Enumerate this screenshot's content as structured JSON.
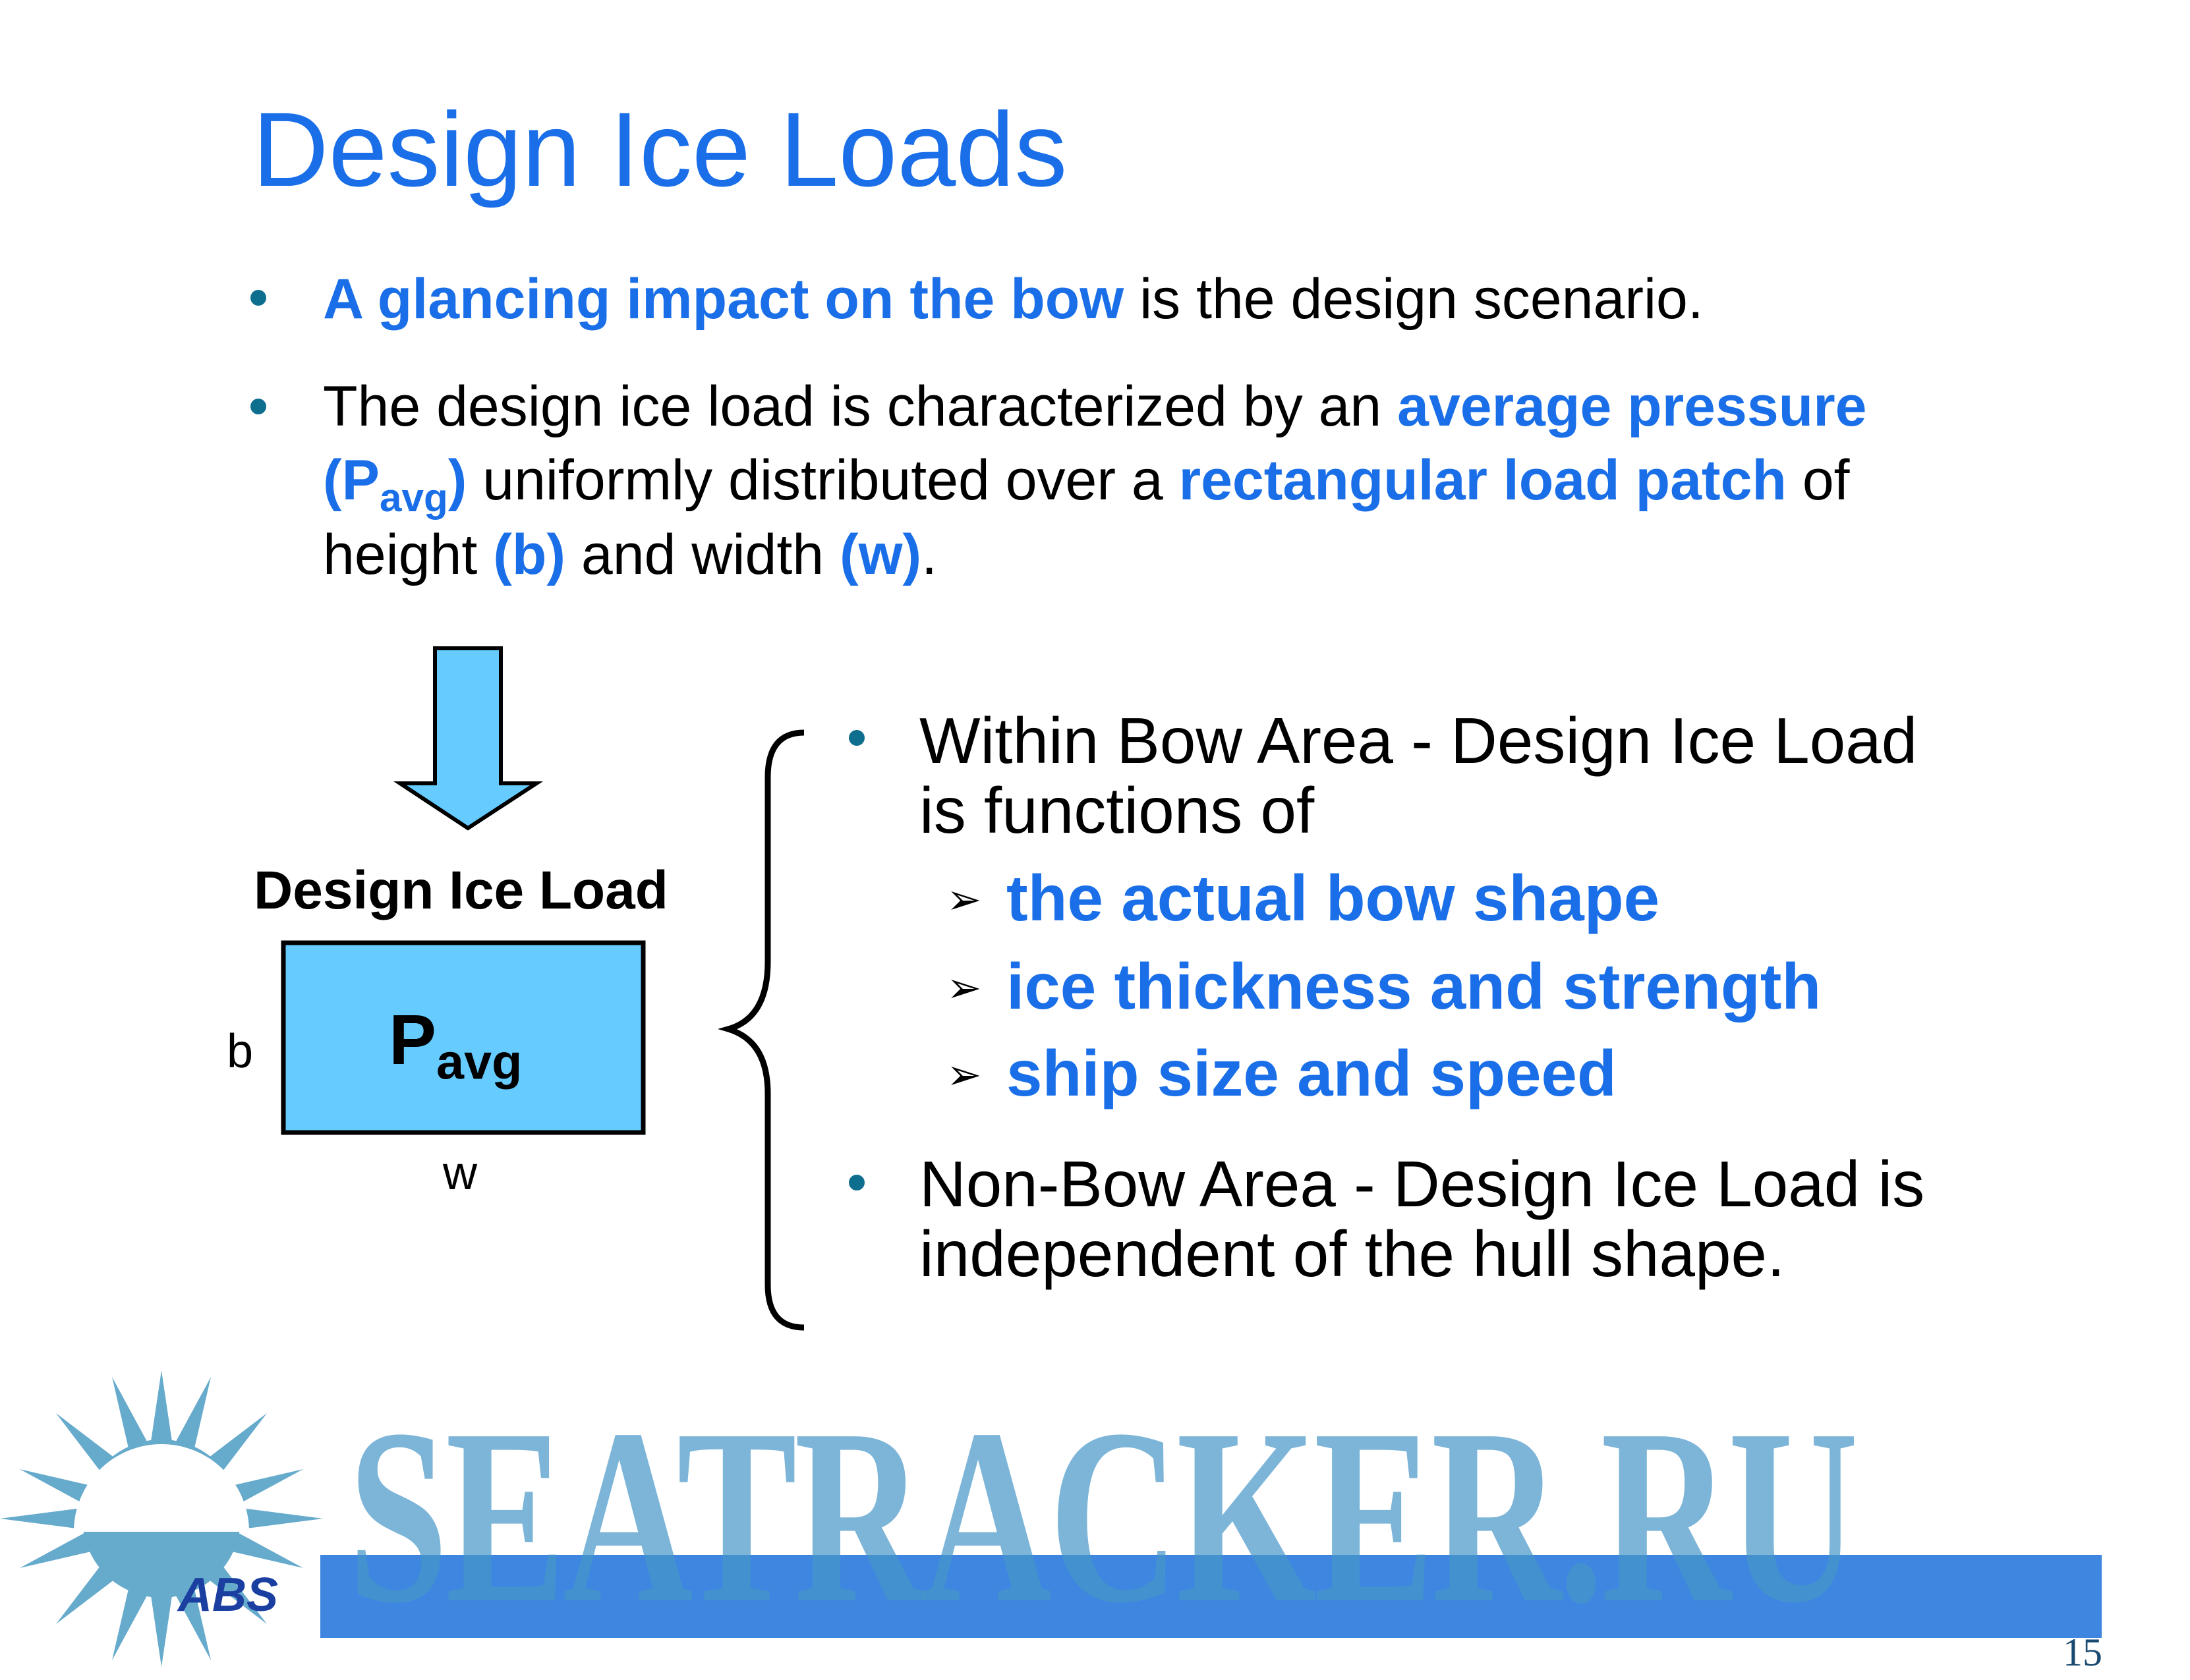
{
  "title": "Design Ice Loads",
  "bullets": {
    "b1": {
      "emph": "A glancing impact on the bow",
      "rest": " is the design scenario."
    },
    "b2": {
      "p1": "The design ice load is characterized by an ",
      "e1": "average pressure",
      "e2a": "(P",
      "e2sub": "avg",
      "e2b": ")",
      "p2": " uniformly distributed over a ",
      "e3": "rectangular load patch",
      "p3": " of",
      "p4": "height ",
      "e4": "(b)",
      "p5": " and width ",
      "e5": "(w)",
      "p6": "."
    }
  },
  "diagram": {
    "label": "Design Ice Load",
    "p": "P",
    "p_sub": "avg",
    "height_label": "b",
    "width_label": "w",
    "fill": "#66ccff"
  },
  "right": {
    "bow_line1": "Within Bow Area - Design Ice Load",
    "bow_line2": "is functions of",
    "items": [
      "the actual bow shape",
      "ice thickness and strength",
      "ship size and speed"
    ],
    "nonbow_line1": "Non-Bow Area - Design Ice Load is",
    "nonbow_line2": "independent of the hull shape."
  },
  "footer": {
    "logo_text": "ABS",
    "watermark": "SEATRACKER.RU",
    "page_number": "15"
  },
  "colors": {
    "accent": "#1a6fe8",
    "bullet": "#0e6e8e",
    "band": "#3f86e0",
    "watermark": "#66aacc"
  }
}
